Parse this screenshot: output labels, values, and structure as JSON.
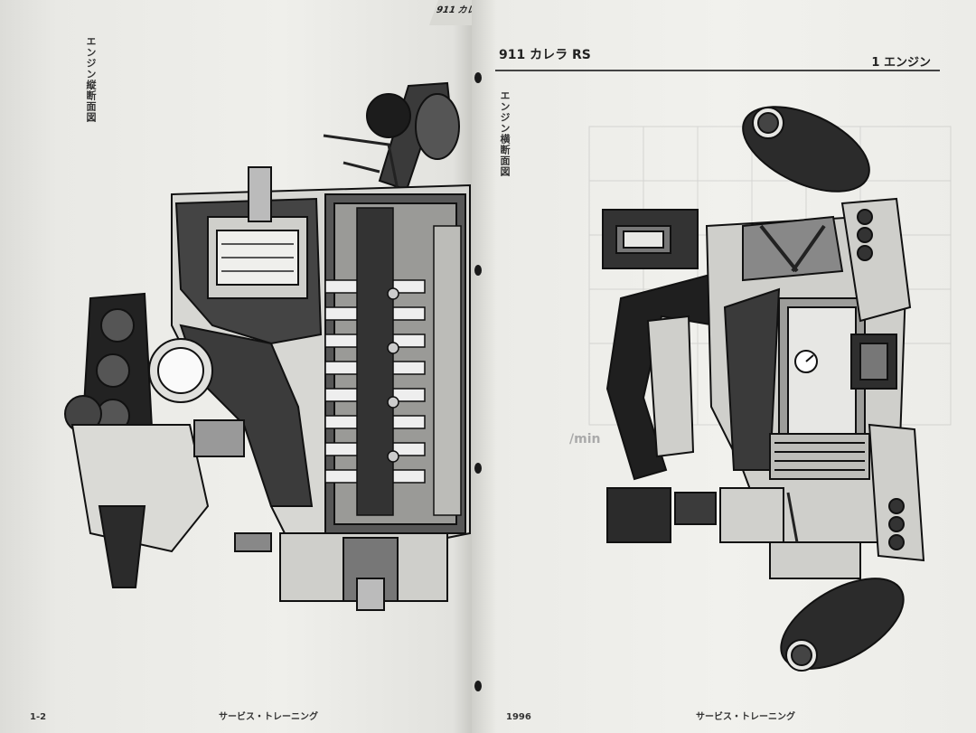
{
  "left_page": {
    "side_label": "エンジン縦断面図",
    "page_number": "1-2",
    "footer_title": "サービス・トレーニング",
    "corner_tab": "911 カレ"
  },
  "right_page": {
    "header_title": "911 カレラ RS",
    "header_section": "1 エンジン",
    "side_label": "エンジン横断面図",
    "footer_year": "1996",
    "footer_title": "サービス・トレーニング",
    "bleed_text": "/min"
  },
  "colors": {
    "paper": "#ecebe7",
    "ink": "#1f1f1f",
    "mid_gray": "#6d6d6d",
    "light_gray": "#bdbdb8",
    "background": "#6b5a4e"
  }
}
